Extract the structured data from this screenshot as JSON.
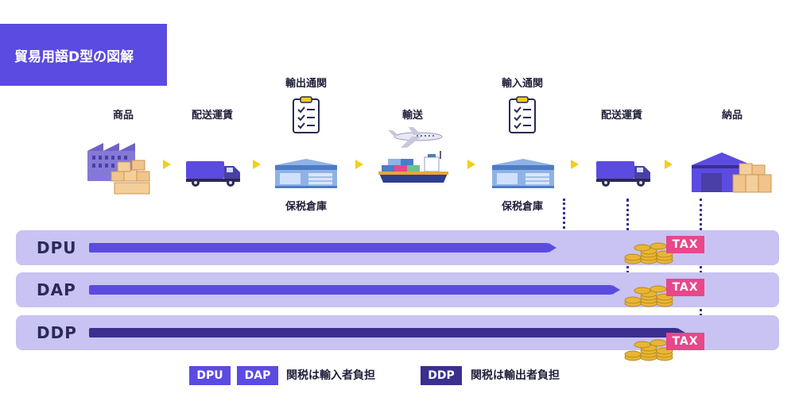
{
  "title": "貿易用語D型の図解",
  "steps": {
    "goods": "商品",
    "delivery_fee_1": "配送運賃",
    "export_clearance": "輸出通関",
    "bonded_warehouse_1": "保税倉庫",
    "transport": "輸送",
    "import_clearance": "輸入通関",
    "bonded_warehouse_2": "保税倉庫",
    "delivery_fee_2": "配送運賃",
    "delivery": "納品"
  },
  "terms": [
    {
      "code": "DPU",
      "tax": "TAX"
    },
    {
      "code": "DAP",
      "tax": "TAX"
    },
    {
      "code": "DDP",
      "tax": "TAX"
    }
  ],
  "legend": {
    "chip1": "DPU",
    "chip2": "DAP",
    "text1": "関税は輸入者負担",
    "chip3": "DDP",
    "text2": "関税は輸出者負担"
  },
  "colors": {
    "title_bg": "#5b4be0",
    "band_bg": "#c8c3f2",
    "dpu_bar": "#5b4be0",
    "dap_bar": "#5b4be0",
    "ddp_bar": "#3a2f8f",
    "tax_bg": "#e8478a",
    "arrow": "#f2cf1b"
  }
}
